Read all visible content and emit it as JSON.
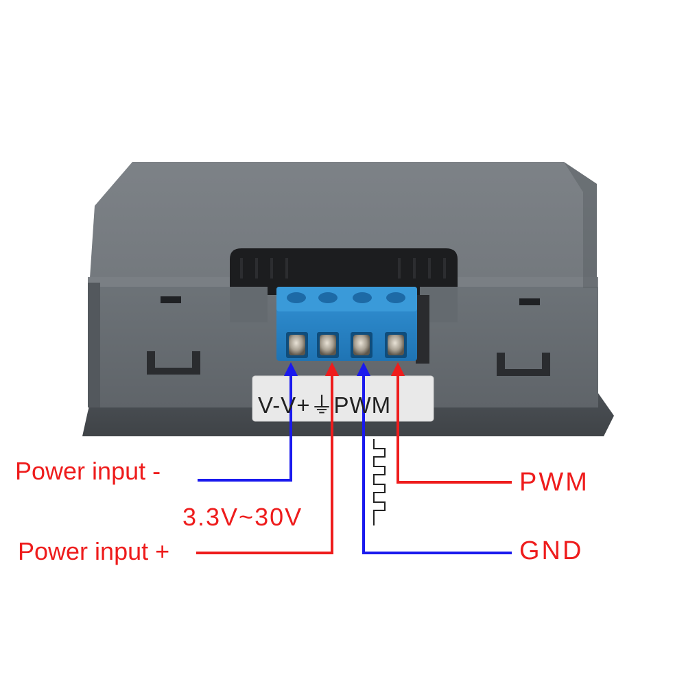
{
  "sticker": {
    "text": "V-V+⏚PWM"
  },
  "terminals": [
    "V-",
    "V+",
    "GND",
    "PWM"
  ],
  "labels": {
    "power_minus": "Power input -",
    "voltage": "3.3V~30V",
    "power_plus": "Power input +",
    "pwm": "PWM",
    "gnd": "GND"
  },
  "colors": {
    "red": "#ee1c1c",
    "blue": "#1a1aee",
    "terminal_block": "#2a86c8",
    "housing": "#6c7176"
  }
}
